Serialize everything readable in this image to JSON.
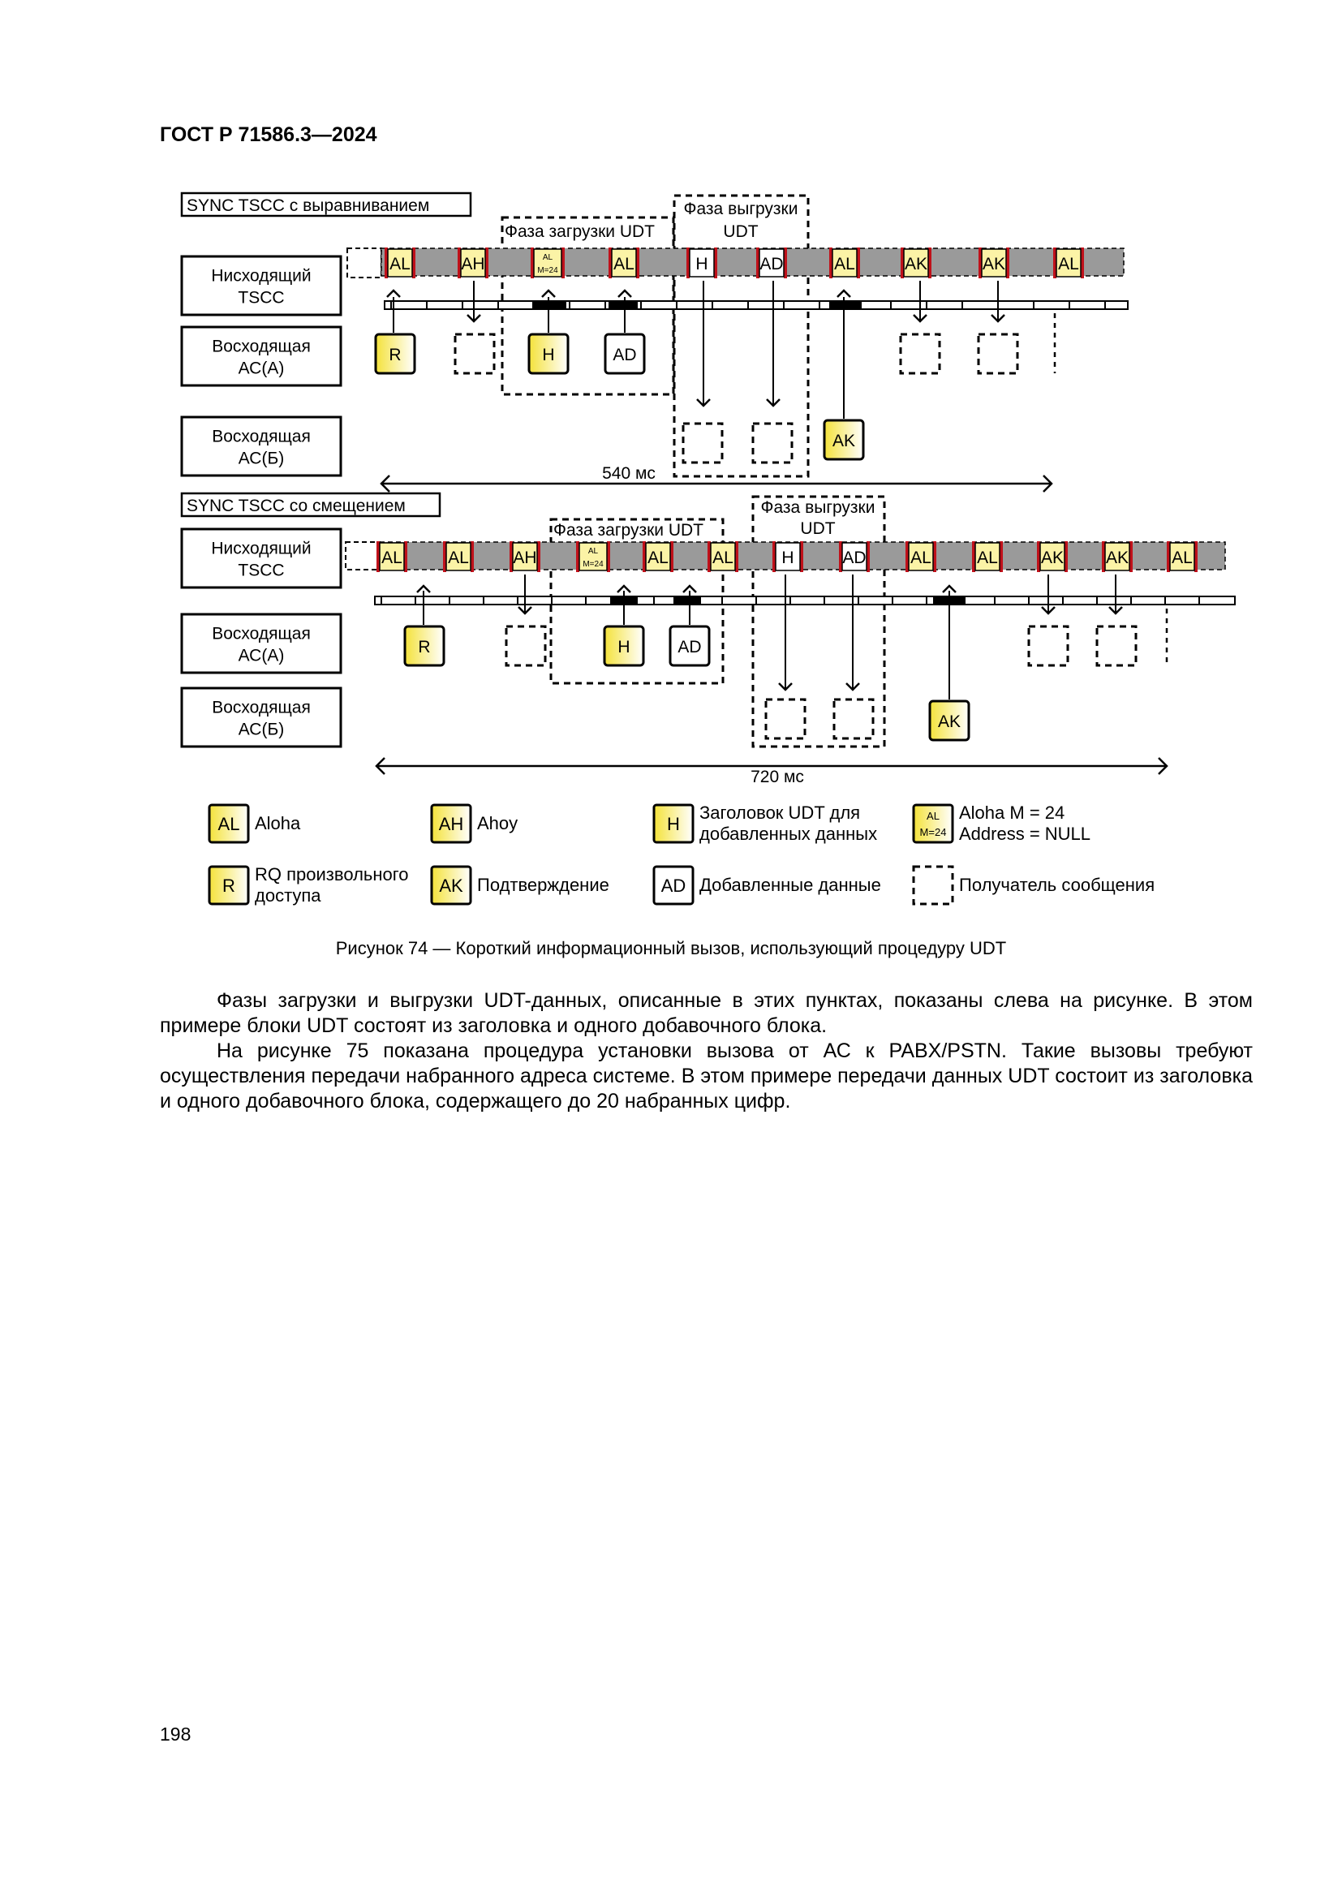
{
  "page": {
    "header": "ГОСТ Р 71586.3—2024",
    "page_number": "198"
  },
  "figure": {
    "top_panel": {
      "title": "SYNC TSCC с выравниванием",
      "downlink_label": [
        "Нисходящий",
        "TSCC"
      ],
      "uplink_a_label": [
        "Восходящая",
        "АС(А)"
      ],
      "uplink_b_label": [
        "Восходящая",
        "АС(Б)"
      ],
      "load_phase": "Фаза загрузки UDT",
      "unload_phase": [
        "Фаза выгрузки",
        "UDT"
      ],
      "duration": "540 мс",
      "slots": [
        "AL",
        "AH",
        "AL/M=24",
        "AL",
        "H",
        "AD",
        "AL",
        "AK",
        "AK",
        "AL"
      ],
      "uplink_a_blocks": [
        "R",
        "H",
        "AD"
      ],
      "uplink_b_blocks": [
        "AK"
      ]
    },
    "bottom_panel": {
      "title": "SYNC TSCC со смещением",
      "downlink_label": [
        "Нисходящий",
        "TSCC"
      ],
      "uplink_a_label": [
        "Восходящая",
        "АС(А)"
      ],
      "uplink_b_label": [
        "Восходящая",
        "АС(Б)"
      ],
      "load_phase": "Фаза загрузки UDT",
      "unload_phase": [
        "Фаза выгрузки",
        "UDT"
      ],
      "duration": "720 мс",
      "slots": [
        "AL",
        "AL",
        "AH",
        "AL/M=24",
        "AL",
        "AL",
        "H",
        "AD",
        "AL",
        "AL",
        "AK",
        "AK",
        "AL"
      ],
      "uplink_a_blocks": [
        "R",
        "H",
        "AD"
      ],
      "uplink_b_blocks": [
        "AK"
      ]
    },
    "small_al_top": "AL",
    "small_al_bottom": "M=24",
    "legend": [
      {
        "symbol": "AL",
        "text": [
          "Aloha"
        ]
      },
      {
        "symbol": "AH",
        "text": [
          "Ahoy"
        ]
      },
      {
        "symbol": "H",
        "text": [
          "Заголовок UDT для",
          "добавленных данных"
        ]
      },
      {
        "symbol": "AL/M=24",
        "text": [
          "Aloha M = 24",
          "Address = NULL"
        ]
      },
      {
        "symbol": "R",
        "text": [
          "RQ произвольного",
          "доступа"
        ]
      },
      {
        "symbol": "AK",
        "text": [
          "Подтверждение"
        ]
      },
      {
        "symbol": "AD",
        "text": [
          "Добавленные данные"
        ]
      },
      {
        "symbol": "dashed",
        "text": [
          "Получатель сообщения"
        ]
      }
    ],
    "colors": {
      "slot_fill": "#fbf3a6",
      "slot_border_red": "#c0111a",
      "channel_gray": "#9a9a9a",
      "block_yellow": "#f4e23a"
    }
  },
  "caption": "Рисунок 74 — Короткий информационный вызов, использующий процедуру UDT",
  "paragraphs": [
    "Фазы загрузки и выгрузки UDT-данных, описанные в этих пунктах, показаны слева на рисунке. В этом примере блоки UDT состоят из заголовка и одного добавочного блока.",
    "На рисунке 75 показана процедура установки вызова от АС к PABX/PSTN. Такие вызовы требуют осуществления передачи набранного адреса системе. В этом примере передачи данных UDT состоит из заголовка и одного добавочного блока, содержащего до 20 набранных цифр."
  ]
}
